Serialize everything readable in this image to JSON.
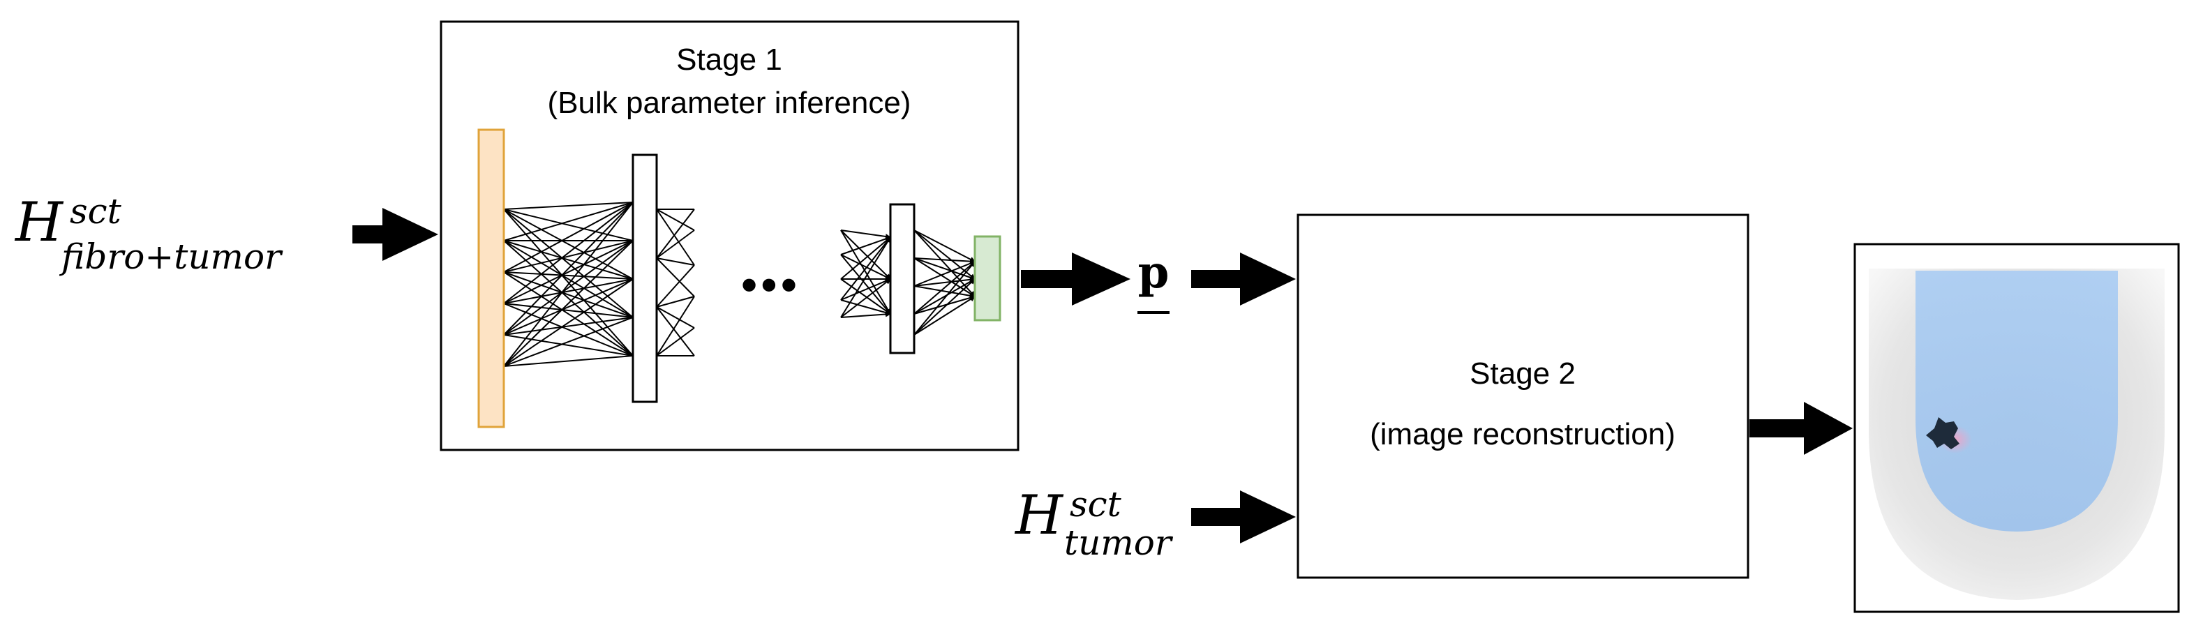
{
  "stage1": {
    "title": "Stage 1",
    "subtitle": "(Bulk parameter inference)",
    "ellipsis": "•••"
  },
  "stage2": {
    "title": "Stage 2",
    "subtitle": "(image reconstruction)"
  },
  "inputs": {
    "h_fibro_tumor": {
      "base": "H",
      "sup": "sct",
      "sub": "fibro+tumor"
    },
    "h_tumor": {
      "base": "H",
      "sup": "sct",
      "sub": "tumor"
    }
  },
  "p_vector": {
    "symbol": "p"
  },
  "colors": {
    "input_layer_fill": "#fde3c4",
    "input_layer_stroke": "#e0a33a",
    "output_layer_fill": "#d7ead2",
    "output_layer_stroke": "#82b366",
    "recon_blue": "#9ec3ee",
    "recon_gray": "#d9d9d9"
  }
}
